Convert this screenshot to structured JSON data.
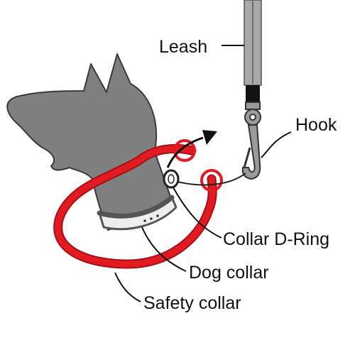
{
  "labels": {
    "leash": "Leash",
    "hook": "Hook",
    "d_ring": "Collar D-Ring",
    "dog_collar": "Dog collar",
    "safety_collar": "Safety collar"
  },
  "colors": {
    "dog": "#7f7f7f",
    "dog_outline": "#3a3a3a",
    "collar_band": "#eeeeee",
    "collar_dark": "#555555",
    "safety": "#e21b23",
    "safety_edge": "#a80f15",
    "leash": "#a9a9a9",
    "metal": "#9a9a9a",
    "ink": "#111111"
  }
}
